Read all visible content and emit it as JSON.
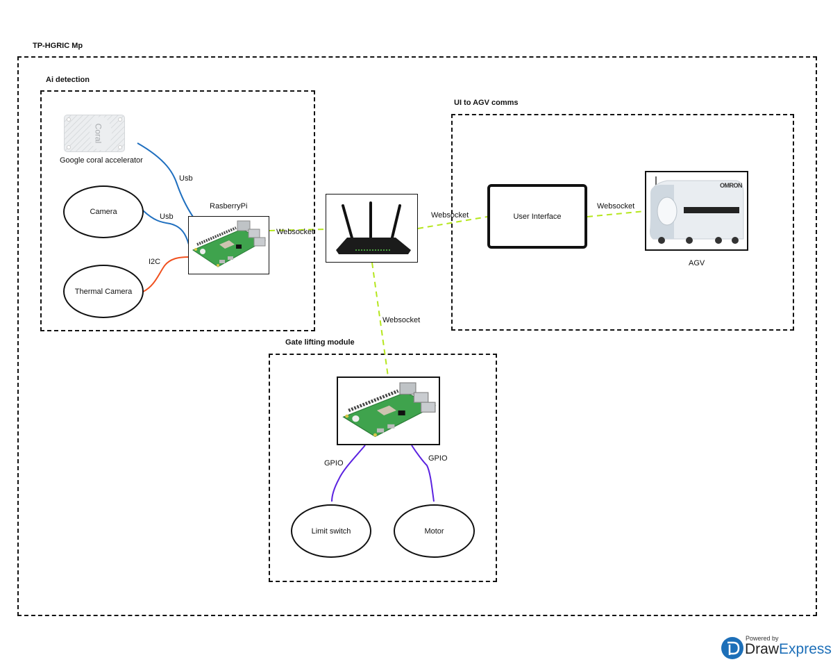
{
  "diagram": {
    "title": "TP-HGRIC Mp",
    "groups": {
      "ai_detection": {
        "title": "Ai detection",
        "coral_label": "Google coral accelerator",
        "coral_brand": "Coral",
        "camera_label": "Camera",
        "thermal_label": "Thermal Camera",
        "pi_label": "RasberryPi"
      },
      "ui_agv": {
        "title": "UI to AGV comms",
        "ui_label": "User Interface",
        "agv_label": "AGV",
        "agv_brand": "OMRON"
      },
      "gate": {
        "title": "Gate lifting module",
        "limit_label": "Limit switch",
        "motor_label": "Motor"
      }
    },
    "connections": {
      "coral_pi": "Usb",
      "camera_pi": "Usb",
      "thermal_pi": "I2C",
      "pi_router": "Websocket",
      "router_ui": "Websocket",
      "ui_agv": "Websocket",
      "router_gate": "Websocket",
      "gate_limit": "GPIO",
      "gate_motor": "GPIO"
    },
    "colors": {
      "usb": "#1f6fbf",
      "i2c": "#f0501e",
      "websocket": "#b5e61d",
      "gpio": "#5b22e0"
    }
  },
  "footer": {
    "powered_by": "Powered by",
    "brand_a": "Draw",
    "brand_b": "Express"
  }
}
